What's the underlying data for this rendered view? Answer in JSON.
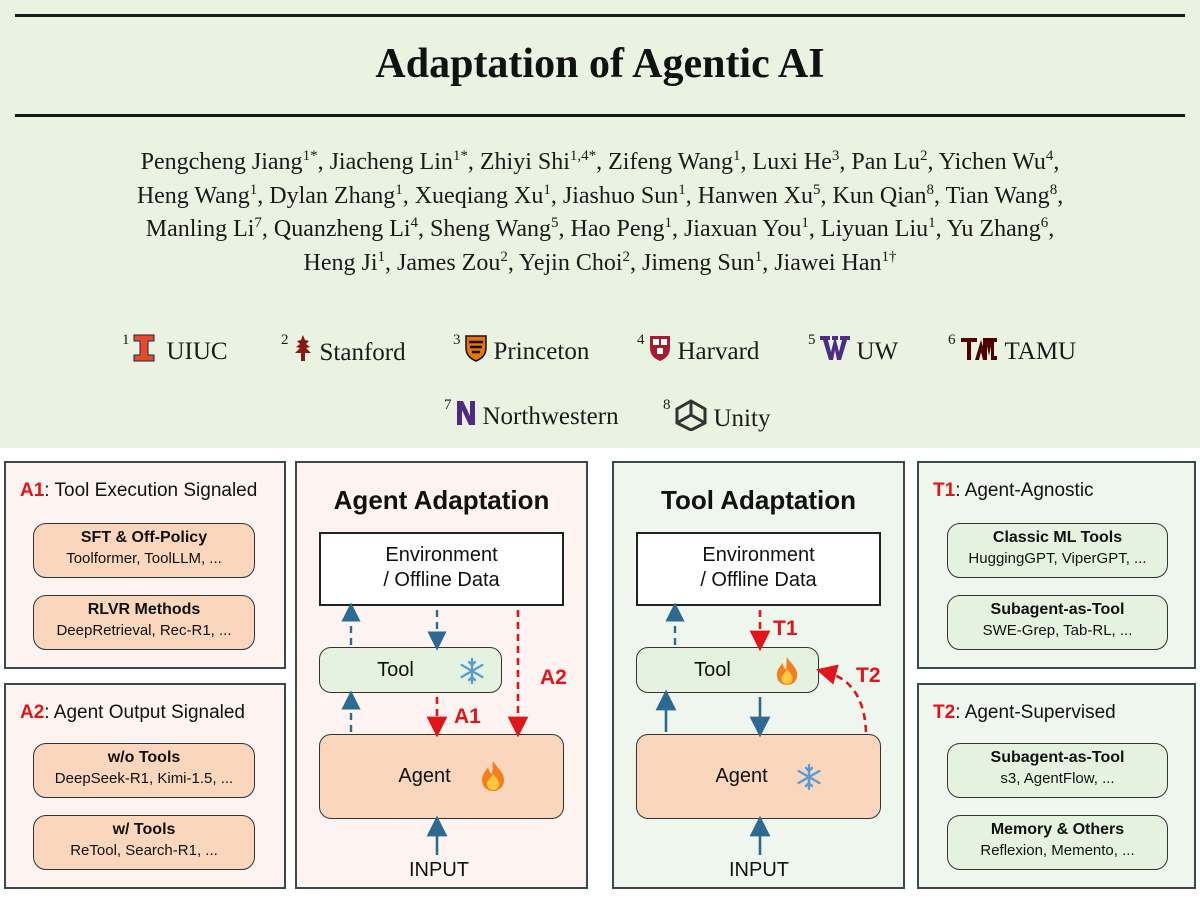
{
  "paper": {
    "title": "Adaptation of Agentic AI",
    "author_lines": [
      [
        {
          "name": "Pengcheng Jiang",
          "sup": "1*",
          "sep": ", "
        },
        {
          "name": "Jiacheng Lin",
          "sup": "1*",
          "sep": ", "
        },
        {
          "name": "Zhiyi Shi",
          "sup": "1,4*",
          "sep": ", "
        },
        {
          "name": "Zifeng Wang",
          "sup": "1",
          "sep": ", "
        },
        {
          "name": "Luxi He",
          "sup": "3",
          "sep": ", "
        },
        {
          "name": "Pan Lu",
          "sup": "2",
          "sep": ", "
        },
        {
          "name": "Yichen Wu",
          "sup": "4",
          "sep": ","
        }
      ],
      [
        {
          "name": "Heng Wang",
          "sup": "1",
          "sep": ", "
        },
        {
          "name": "Dylan Zhang",
          "sup": "1",
          "sep": ", "
        },
        {
          "name": "Xueqiang Xu",
          "sup": "1",
          "sep": ", "
        },
        {
          "name": "Jiashuo Sun",
          "sup": "1",
          "sep": ", "
        },
        {
          "name": "Hanwen Xu",
          "sup": "5",
          "sep": ", "
        },
        {
          "name": "Kun Qian",
          "sup": "8",
          "sep": ", "
        },
        {
          "name": "Tian Wang",
          "sup": "8",
          "sep": ","
        }
      ],
      [
        {
          "name": "Manling Li",
          "sup": "7",
          "sep": ", "
        },
        {
          "name": "Quanzheng Li",
          "sup": "4",
          "sep": ", "
        },
        {
          "name": "Sheng Wang",
          "sup": "5",
          "sep": ", "
        },
        {
          "name": "Hao Peng",
          "sup": "1",
          "sep": ", "
        },
        {
          "name": "Jiaxuan You",
          "sup": "1",
          "sep": ", "
        },
        {
          "name": "Liyuan Liu",
          "sup": "1",
          "sep": ", "
        },
        {
          "name": "Yu Zhang",
          "sup": "6",
          "sep": ","
        }
      ],
      [
        {
          "name": "Heng Ji",
          "sup": "1",
          "sep": ", "
        },
        {
          "name": "James Zou",
          "sup": "2",
          "sep": ", "
        },
        {
          "name": "Yejin Choi",
          "sup": "2",
          "sep": ", "
        },
        {
          "name": "Jimeng Sun",
          "sup": "1",
          "sep": ", "
        },
        {
          "name": "Jiawei Han",
          "sup": "1†",
          "sep": ""
        }
      ]
    ],
    "affiliations": [
      {
        "num": "1",
        "name": "UIUC",
        "icon": "uiuc-logo",
        "color": "#e84a27"
      },
      {
        "num": "2",
        "name": "Stanford",
        "icon": "stanford-logo",
        "color": "#8c1515"
      },
      {
        "num": "3",
        "name": "Princeton",
        "icon": "princeton-logo",
        "color": "#e77500"
      },
      {
        "num": "4",
        "name": "Harvard",
        "icon": "harvard-logo",
        "color": "#a51c30"
      },
      {
        "num": "5",
        "name": "UW",
        "icon": "uw-logo",
        "color": "#4b2e83"
      },
      {
        "num": "6",
        "name": "TAMU",
        "icon": "tamu-logo",
        "color": "#500000"
      },
      {
        "num": "7",
        "name": "Northwestern",
        "icon": "northwestern-logo",
        "color": "#4e2a84"
      },
      {
        "num": "8",
        "name": "Unity",
        "icon": "unity-logo",
        "color": "#333333"
      }
    ]
  },
  "diagram": {
    "a1": {
      "code": "A1",
      "title": ": Tool Execution Signaled",
      "items": [
        {
          "heading": "SFT & Off-Policy",
          "examples": "Toolformer, ToolLLM, ..."
        },
        {
          "heading": "RLVR Methods",
          "examples": "DeepRetrieval, Rec-R1, ..."
        }
      ]
    },
    "a2": {
      "code": "A2",
      "title": ": Agent Output Signaled",
      "items": [
        {
          "heading": "w/o Tools",
          "examples": "DeepSeek-R1, Kimi-1.5, ..."
        },
        {
          "heading": "w/ Tools",
          "examples": "ReTool, Search-R1, ..."
        }
      ]
    },
    "t1": {
      "code": "T1",
      "title": ": Agent-Agnostic",
      "items": [
        {
          "heading": "Classic ML Tools",
          "examples": "HuggingGPT, ViperGPT, ..."
        },
        {
          "heading": "Subagent-as-Tool",
          "examples": "SWE-Grep, Tab-RL, ..."
        }
      ]
    },
    "t2": {
      "code": "T2",
      "title": ": Agent-Supervised",
      "items": [
        {
          "heading": "Subagent-as-Tool",
          "examples": "s3, AgentFlow, ..."
        },
        {
          "heading": "Memory & Others",
          "examples": "Reflexion, Memento, ..."
        }
      ]
    },
    "agent_adaptation": {
      "title": "Agent Adaptation",
      "env_line1": "Environment",
      "env_line2": "/ Offline Data",
      "tool": "Tool",
      "tool_icon": "snowflake-icon",
      "agent": "Agent",
      "agent_icon": "fire-icon",
      "input": "INPUT",
      "label_a1": "A1",
      "label_a2": "A2"
    },
    "tool_adaptation": {
      "title": "Tool Adaptation",
      "env_line1": "Environment",
      "env_line2": "/ Offline Data",
      "tool": "Tool",
      "tool_icon": "fire-icon",
      "agent": "Agent",
      "agent_icon": "snowflake-icon",
      "input": "INPUT",
      "label_t1": "T1",
      "label_t2": "T2"
    },
    "colors": {
      "header_bg": "#eaf3e1",
      "agent_panel_bg": "#fdf4f1",
      "tool_panel_bg": "#eef6ee",
      "agent_fill": "#fad6bd",
      "tool_fill": "#e4f2df",
      "signal_red": "#e0161b",
      "flow_blue": "#2c6a92"
    }
  }
}
